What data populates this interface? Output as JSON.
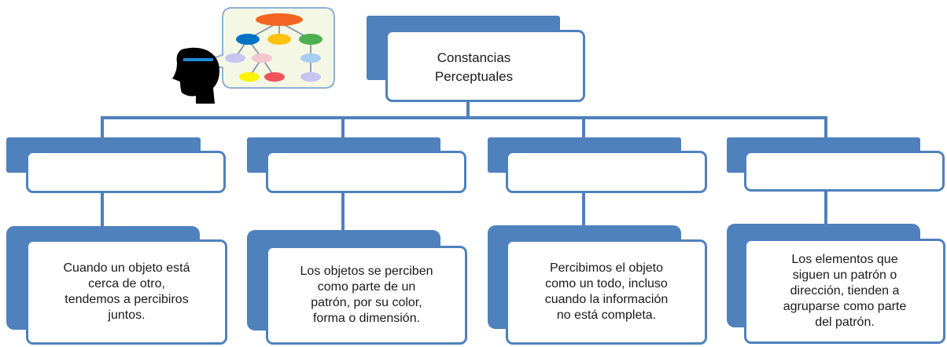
{
  "title": {
    "line1": "Constancias",
    "line2": "Perceptuales"
  },
  "categories": [
    {
      "label": ""
    },
    {
      "label": ""
    },
    {
      "label": ""
    },
    {
      "label": ""
    }
  ],
  "descriptions": [
    "Cuando un objeto está\ncerca de otro,\ntendemos a percibiros\njuntos.",
    "Los objetos se perciben\ncomo parte de un\npatrón, por su color,\nforma o dimensión.",
    "Percibimos el objeto\ncomo un todo, incluso\ncuando la información\nno está completa.",
    "Los elementos que\nsiguen un patrón o\ndirección, tienden a\nagruparse como parte\ndel patrón."
  ],
  "colors": {
    "accent": "#4f81bd",
    "node_orange": "#f26522",
    "node_blue": "#0072c6",
    "node_yellow": "#ffc20e",
    "node_green": "#4caf50"
  },
  "icons": [
    "thinking-head-icon",
    "mind-map-icon"
  ]
}
